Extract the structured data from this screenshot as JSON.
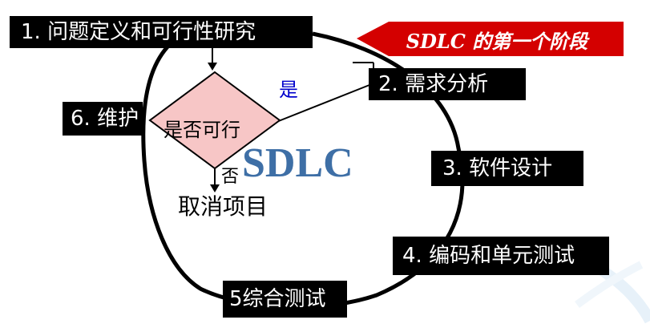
{
  "callout": {
    "text": "SDLC 的第一个阶段",
    "fill": "#d40000"
  },
  "center_label": "SDLC",
  "decision": {
    "text": "是否可行",
    "fill": "#f7c6c6",
    "yes_label": "是",
    "no_label": "否"
  },
  "cancel_label": "取消项目",
  "stages": {
    "s1": "1.  问题定义和可行性研究",
    "s2": "2.  需求分析",
    "s3": "3.  软件设计",
    "s4": "4. 编码和单元测试",
    "s5": "5综合测试",
    "s6": "6. 维护"
  },
  "colors": {
    "box": "#000000",
    "box_text": "#ffffff",
    "cycle": "#000000",
    "accent_blue": "#0000cc"
  }
}
